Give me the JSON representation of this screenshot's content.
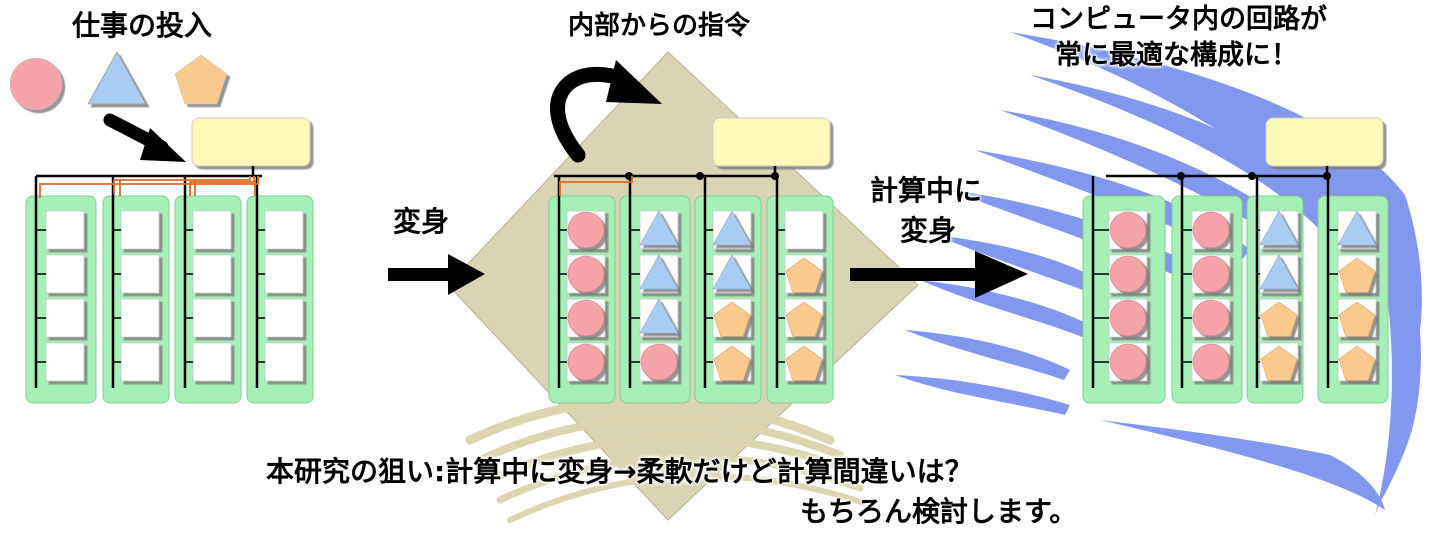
{
  "labels": {
    "job_input": "仕事の投入",
    "internal_command": "内部からの指令",
    "transform": "変身",
    "transform_during_calc_line1": "計算中に",
    "transform_during_calc_line2": "変身",
    "circuit_line1": "コンピュータ内の回路が",
    "circuit_line2": "常に最適な構成に！",
    "aim_line1": "本研究の狙い:計算中に変身→柔軟だけど計算間違いは？",
    "aim_line2": "もちろん検討します。"
  },
  "colors": {
    "pink": "#f4a3a8",
    "blue": "#a9cdf2",
    "orange": "#f9c98e",
    "green": "#a6f0b8",
    "yellow": "#fdf9b8",
    "khaki": "#d9d4b3",
    "streak": "#7b93ee",
    "wire": "#e06a1e"
  },
  "stages": [
    {
      "columns": [
        [
          "empty",
          "empty",
          "empty",
          "empty"
        ],
        [
          "empty",
          "empty",
          "empty",
          "empty"
        ],
        [
          "empty",
          "empty",
          "empty",
          "empty"
        ],
        [
          "empty",
          "empty",
          "empty",
          "empty"
        ]
      ]
    },
    {
      "columns": [
        [
          "circle",
          "circle",
          "circle",
          "circle"
        ],
        [
          "triangle",
          "triangle",
          "triangle",
          "circle"
        ],
        [
          "triangle",
          "triangle",
          "pentagon",
          "pentagon"
        ],
        [
          "empty",
          "pentagon",
          "pentagon",
          "pentagon"
        ]
      ]
    },
    {
      "columns": [
        [
          "circle",
          "circle",
          "circle",
          "circle"
        ],
        [
          "circle",
          "circle",
          "circle",
          "circle"
        ],
        [
          "triangle",
          "triangle",
          "pentagon",
          "pentagon"
        ],
        [
          "triangle",
          "pentagon",
          "pentagon",
          "pentagon"
        ]
      ]
    }
  ]
}
